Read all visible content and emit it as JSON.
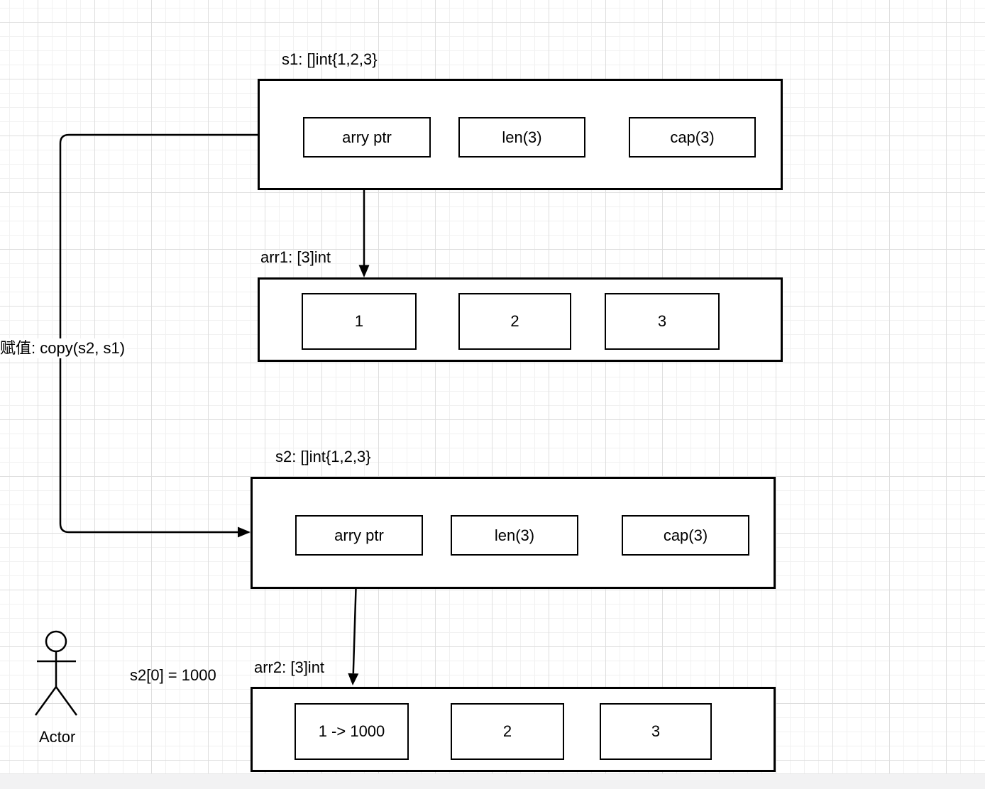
{
  "diagram": {
    "s1": {
      "label": "s1: []int{1,2,3}",
      "cells": [
        "arry ptr",
        "len(3)",
        "cap(3)"
      ]
    },
    "arr1": {
      "label": "arr1: [3]int",
      "cells": [
        "1",
        "2",
        "3"
      ]
    },
    "s2": {
      "label": "s2: []int{1,2,3}",
      "cells": [
        "arry ptr",
        "len(3)",
        "cap(3)"
      ]
    },
    "arr2": {
      "label": "arr2: [3]int",
      "cells": [
        "1 -> 1000",
        "2",
        "3"
      ]
    },
    "copy_edge_label": "赋值: copy(s2, s1)",
    "assign_label": "s2[0] = 1000",
    "actor_label": "Actor"
  },
  "colors": {
    "stroke": "#000000",
    "canvas_background": "#ffffff",
    "grid_minor": "#f1f1f1",
    "grid_major": "#dedede",
    "bottom_strip": "#f2f2f3"
  }
}
